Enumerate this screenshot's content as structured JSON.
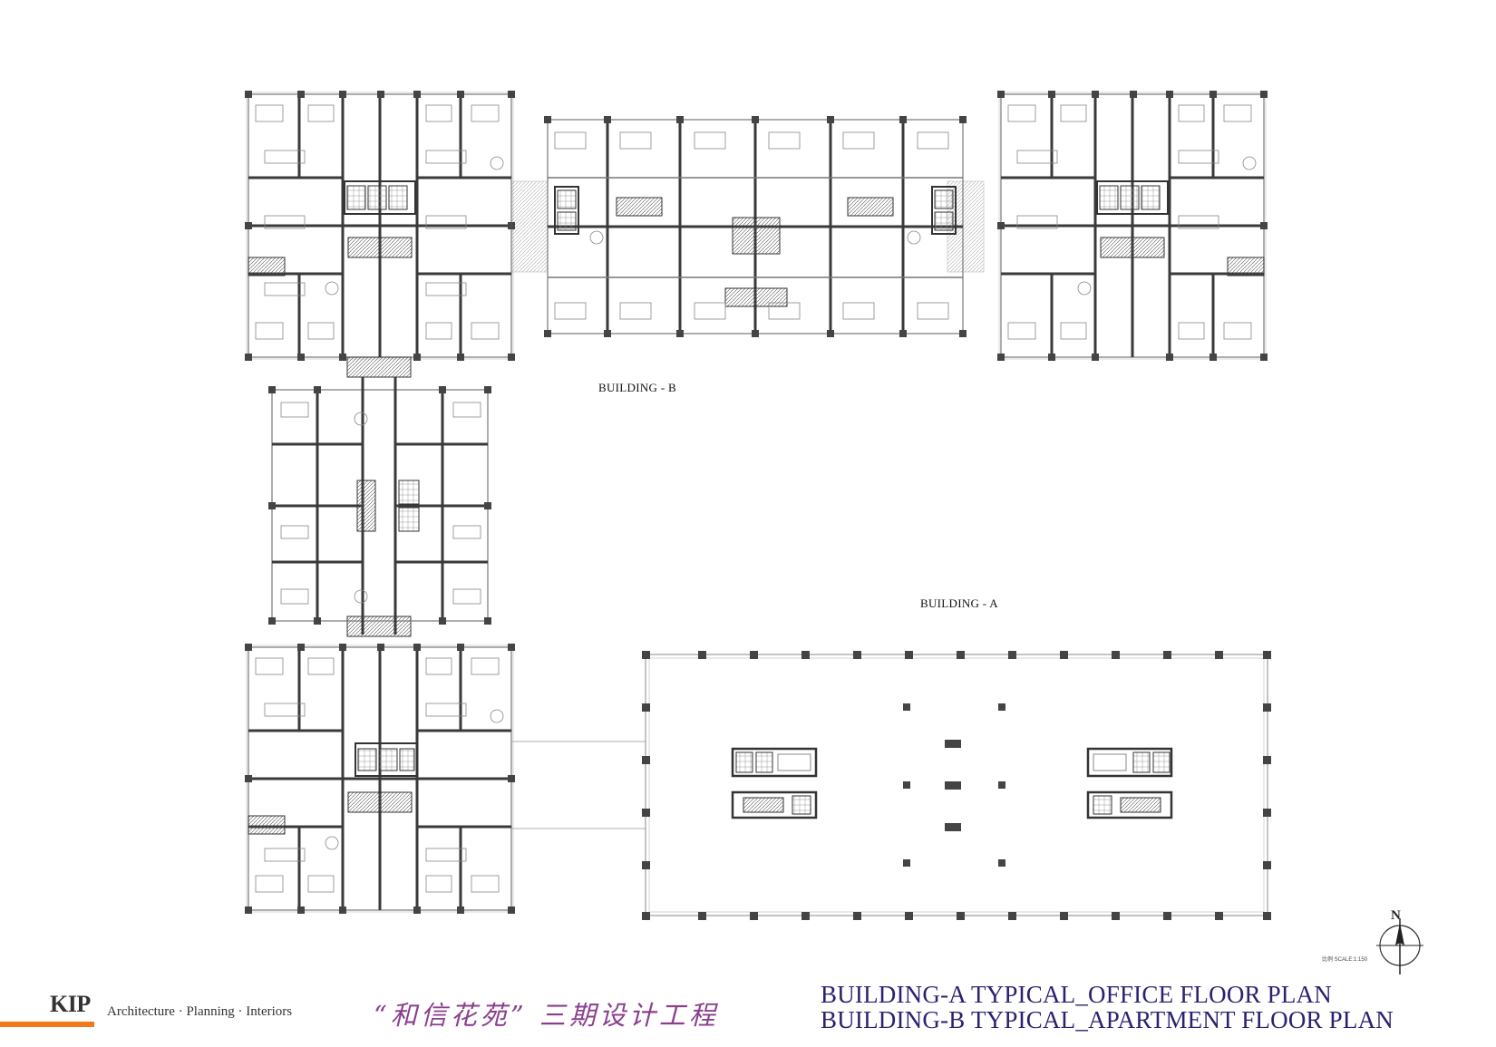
{
  "labels": {
    "building_b": "BUILDING - B",
    "building_a": "BUILDING - A"
  },
  "title": {
    "line1": "BUILDING-A  TYPICAL_OFFICE FLOOR PLAN",
    "line2": "BUILDING-B  TYPICAL_APARTMENT FLOOR PLAN"
  },
  "brand": {
    "logo": "KIP",
    "tagline": "Architecture · Planning · Interiors",
    "accent_color": "#f07a1a"
  },
  "project_name": "“和信花苑” 三期设计工程",
  "north": "N",
  "scale_note": "比例  SCALE:1:150",
  "colors": {
    "title": "#2a2270",
    "project_name": "#8a3f8e",
    "wall": "#3a3a3a"
  }
}
